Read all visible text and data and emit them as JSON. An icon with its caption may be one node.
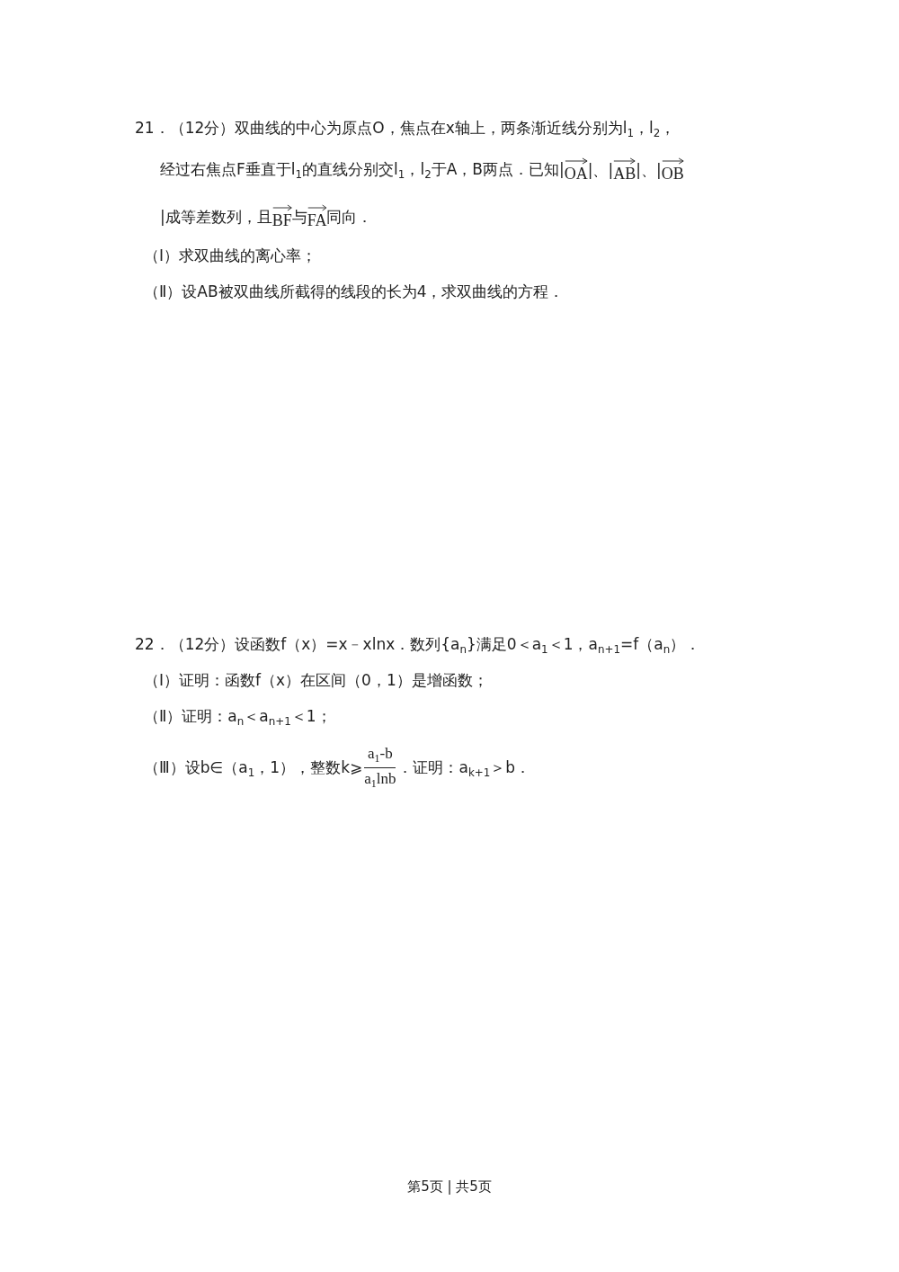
{
  "diagram": {
    "labels": [
      "21．（12分）双曲线的中心为原点O，焦点在x轴上，两条渐近线分别为l$_{1}$，l$_{2}$，",
      "经过右焦点F垂直于l$_{1}$的直线分别交l$_{1}$，l$_{2}$于A，B两点．已知|",
      "OA",
      "|、|",
      "AB",
      "|、|",
      "OB",
      "|成等差数列，且",
      "BF",
      "与",
      "FA",
      "同向．",
      "（Ⅰ）求双曲线的离心率；",
      "（Ⅱ）设AB被双曲线所截得的线段的长为4，求双曲线的方程．",
      "22．（12分）设函数f（x）=x﹣xlnx．数列{a$_{n}$}满足0＜a$_{1}$＜1，a$_{n+1}$=f（a$_{n}$）．",
      "（Ⅰ）证明：函数f（x）在区间（0，1）是增函数；",
      "（Ⅱ）证明：a$_{n}$＜a$_{n+1}$＜1；",
      "（Ⅲ）设b∈（a$_{1}$，1），整数k⩾",
      "a$_{1}$-b",
      "a$_{1}$lnb",
      "．证明：a$_{k+1}$＞b．",
      "第5页 | 共5页"
    ]
  }
}
